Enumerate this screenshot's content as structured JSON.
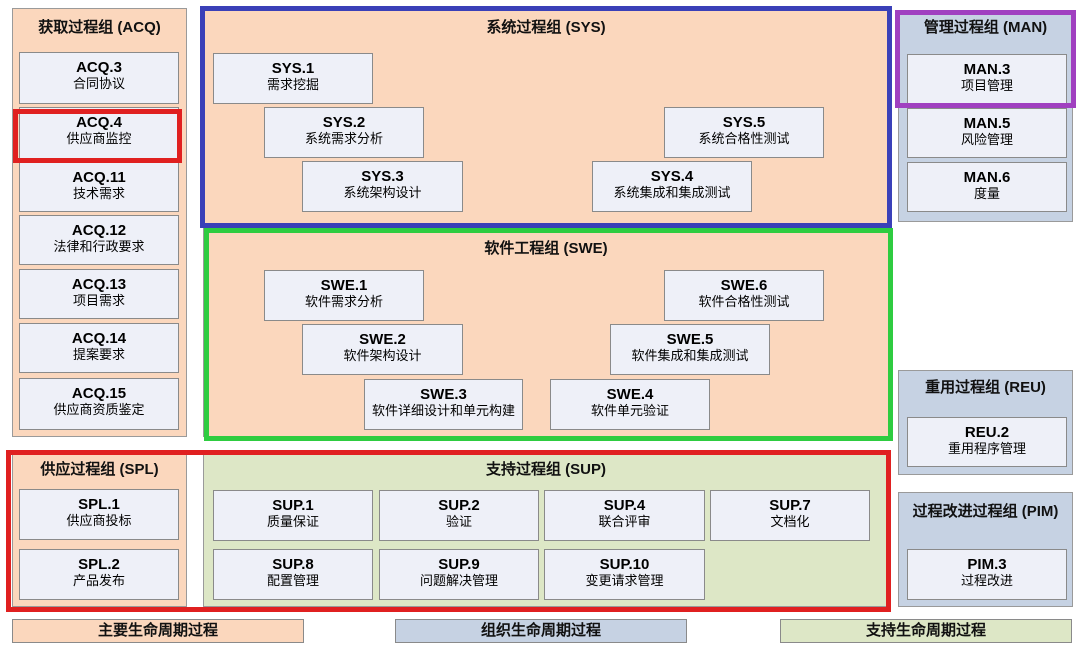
{
  "groups": {
    "acq": {
      "title": "获取过程组 (ACQ)"
    },
    "sys": {
      "title": "系统过程组 (SYS)"
    },
    "man": {
      "title": "管理过程组 (MAN)"
    },
    "swe": {
      "title": "软件工程组 (SWE)"
    },
    "reu": {
      "title": "重用过程组 (REU)"
    },
    "spl": {
      "title": "供应过程组 (SPL)"
    },
    "sup": {
      "title": "支持过程组 (SUP)"
    },
    "pim": {
      "title": "过程改进过程组 (PIM)"
    }
  },
  "processes": {
    "acq3": {
      "code": "ACQ.3",
      "name": "合同协议"
    },
    "acq4": {
      "code": "ACQ.4",
      "name": "供应商监控"
    },
    "acq11": {
      "code": "ACQ.11",
      "name": "技术需求"
    },
    "acq12": {
      "code": "ACQ.12",
      "name": "法律和行政要求"
    },
    "acq13": {
      "code": "ACQ.13",
      "name": "项目需求"
    },
    "acq14": {
      "code": "ACQ.14",
      "name": "提案要求"
    },
    "acq15": {
      "code": "ACQ.15",
      "name": "供应商资质鉴定"
    },
    "sys1": {
      "code": "SYS.1",
      "name": "需求挖掘"
    },
    "sys2": {
      "code": "SYS.2",
      "name": "系统需求分析"
    },
    "sys3": {
      "code": "SYS.3",
      "name": "系统架构设计"
    },
    "sys4": {
      "code": "SYS.4",
      "name": "系统集成和集成测试"
    },
    "sys5": {
      "code": "SYS.5",
      "name": "系统合格性测试"
    },
    "man3": {
      "code": "MAN.3",
      "name": "项目管理"
    },
    "man5": {
      "code": "MAN.5",
      "name": "风险管理"
    },
    "man6": {
      "code": "MAN.6",
      "name": "度量"
    },
    "swe1": {
      "code": "SWE.1",
      "name": "软件需求分析"
    },
    "swe2": {
      "code": "SWE.2",
      "name": "软件架构设计"
    },
    "swe3": {
      "code": "SWE.3",
      "name": "软件详细设计和单元构建"
    },
    "swe4": {
      "code": "SWE.4",
      "name": "软件单元验证"
    },
    "swe5": {
      "code": "SWE.5",
      "name": "软件集成和集成测试"
    },
    "swe6": {
      "code": "SWE.6",
      "name": "软件合格性测试"
    },
    "reu2": {
      "code": "REU.2",
      "name": "重用程序管理"
    },
    "spl1": {
      "code": "SPL.1",
      "name": "供应商投标"
    },
    "spl2": {
      "code": "SPL.2",
      "name": "产品发布"
    },
    "sup1": {
      "code": "SUP.1",
      "name": "质量保证"
    },
    "sup2": {
      "code": "SUP.2",
      "name": "验证"
    },
    "sup4": {
      "code": "SUP.4",
      "name": "联合评审"
    },
    "sup7": {
      "code": "SUP.7",
      "name": "文档化"
    },
    "sup8": {
      "code": "SUP.8",
      "name": "配置管理"
    },
    "sup9": {
      "code": "SUP.9",
      "name": "问题解决管理"
    },
    "sup10": {
      "code": "SUP.10",
      "name": "变更请求管理"
    },
    "pim3": {
      "code": "PIM.3",
      "name": "过程改进"
    }
  },
  "legend": {
    "primary": "主要生命周期过程",
    "organizational": "组织生命周期过程",
    "supporting": "支持生命周期过程"
  },
  "colors": {
    "primary_fill": "#fbd7bd",
    "organizational_fill": "#c6d2e3",
    "supporting_fill": "#dde7c6",
    "process_box": "#eef0f8",
    "highlight_red": "#e02020",
    "highlight_blue": "#3a40b8",
    "highlight_green": "#2ecc40",
    "highlight_purple": "#a040c0"
  }
}
